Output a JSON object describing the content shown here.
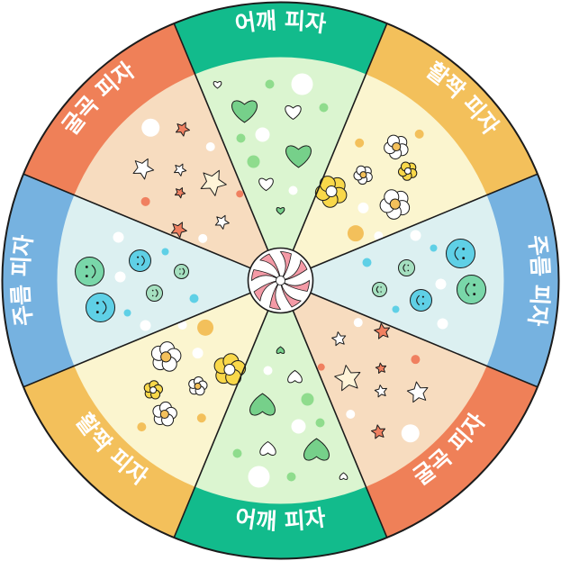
{
  "wheel": {
    "sectors": [
      {
        "id": "top",
        "label": "어깨 피자",
        "band_color": "#12bb8c",
        "inner_color": "#dbf5d0",
        "deco": "hearts"
      },
      {
        "id": "top-right",
        "label": "활짝 피자",
        "band_color": "#f3c05b",
        "inner_color": "#fbf5cf",
        "deco": "flowers"
      },
      {
        "id": "right",
        "label": "주름 피자",
        "band_color": "#76b2e0",
        "inner_color": "#dcf0f1",
        "deco": "smileys"
      },
      {
        "id": "bottom-right",
        "label": "굴곡 피자",
        "band_color": "#ef8058",
        "inner_color": "#f7dcbf",
        "deco": "stars"
      },
      {
        "id": "bottom",
        "label": "어깨 피자",
        "band_color": "#12bb8c",
        "inner_color": "#dbf5d0",
        "deco": "hearts"
      },
      {
        "id": "bottom-left",
        "label": "활짝 피자",
        "band_color": "#f3c05b",
        "inner_color": "#fbf5cf",
        "deco": "flowers"
      },
      {
        "id": "left",
        "label": "주름 피자",
        "band_color": "#76b2e0",
        "inner_color": "#dcf0f1",
        "deco": "smileys"
      },
      {
        "id": "top-left",
        "label": "굴곡 피자",
        "band_color": "#ef8058",
        "inner_color": "#f7dcbf",
        "deco": "stars"
      }
    ],
    "center_icon": "peppermint-candy-icon",
    "colors": {
      "outline": "#1b1b1b",
      "candy_pink": "#f49aa6",
      "candy_white": "#ffffff"
    }
  }
}
